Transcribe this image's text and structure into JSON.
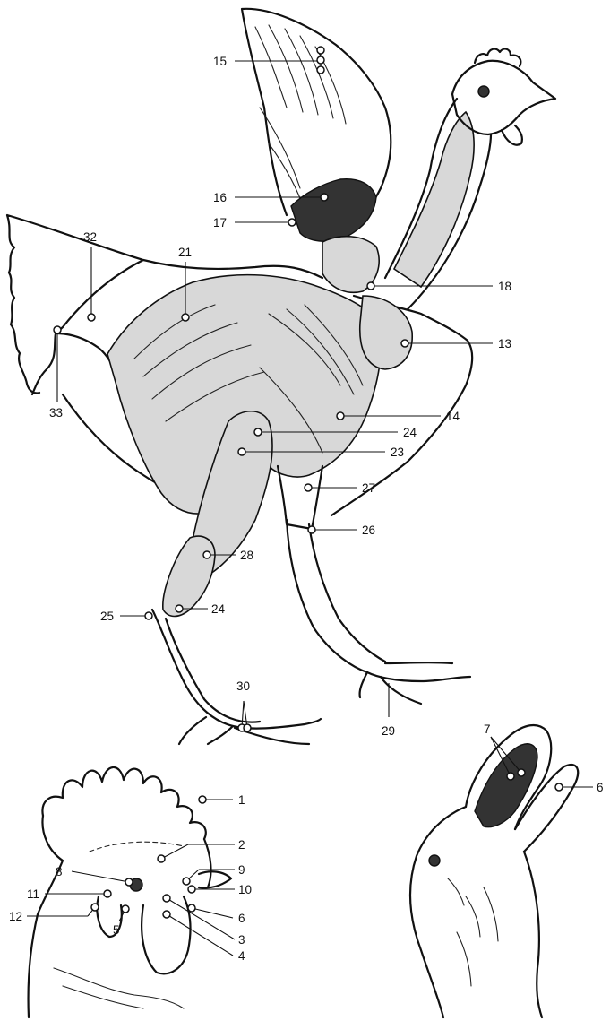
{
  "labels": {
    "l1": "1",
    "l2": "2",
    "l3": "3",
    "l4": "4",
    "l5": "5",
    "l6a": "6",
    "l6b": "6",
    "l7": "7",
    "l8": "8",
    "l9": "9",
    "l10": "10",
    "l11": "11",
    "l12": "12",
    "l13": "13",
    "l14": "14",
    "l15": "15",
    "l16": "16",
    "l17": "17",
    "l18": "18",
    "l21": "21",
    "l23": "23",
    "l24a": "24",
    "l24b": "24",
    "l25": "25",
    "l26": "26",
    "l27": "27",
    "l28": "28",
    "l29": "29",
    "l30": "30",
    "l32": "32",
    "l33": "33"
  }
}
